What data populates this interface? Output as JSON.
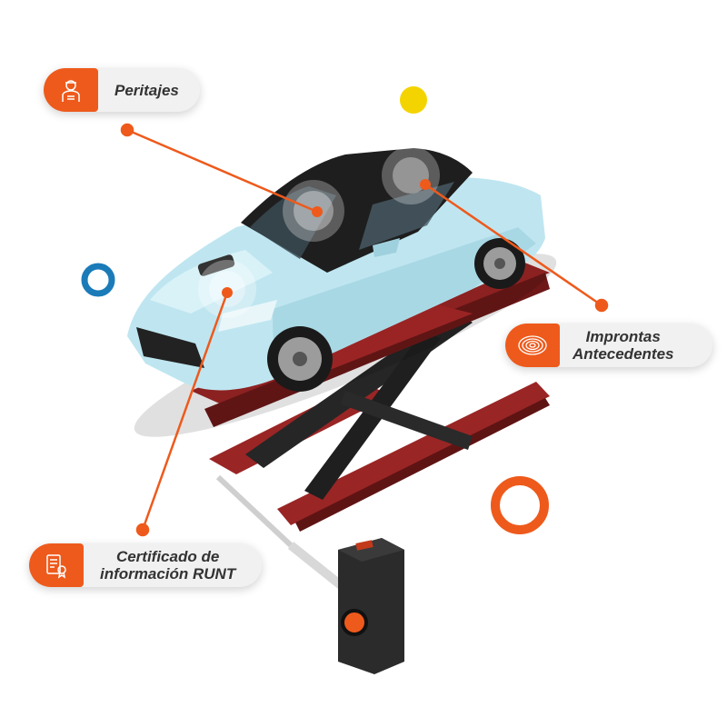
{
  "labels": {
    "peritajes": "Peritajes",
    "improntas_line1": "Improntas",
    "improntas_line2": "Antecedentes",
    "certificado_line1": "Certificado de",
    "certificado_line2": "información RUNT"
  },
  "icons": {
    "peritajes": "mechanic-icon",
    "improntas": "fingerprint-icon",
    "certificado": "certificate-icon"
  },
  "colors": {
    "accent_orange": "#ee5a1c",
    "car_blue": "#bfe6f0",
    "lift_red": "#8e1f1f",
    "dot_yellow": "#f4d400",
    "ring_blue": "#1a7bb8"
  }
}
